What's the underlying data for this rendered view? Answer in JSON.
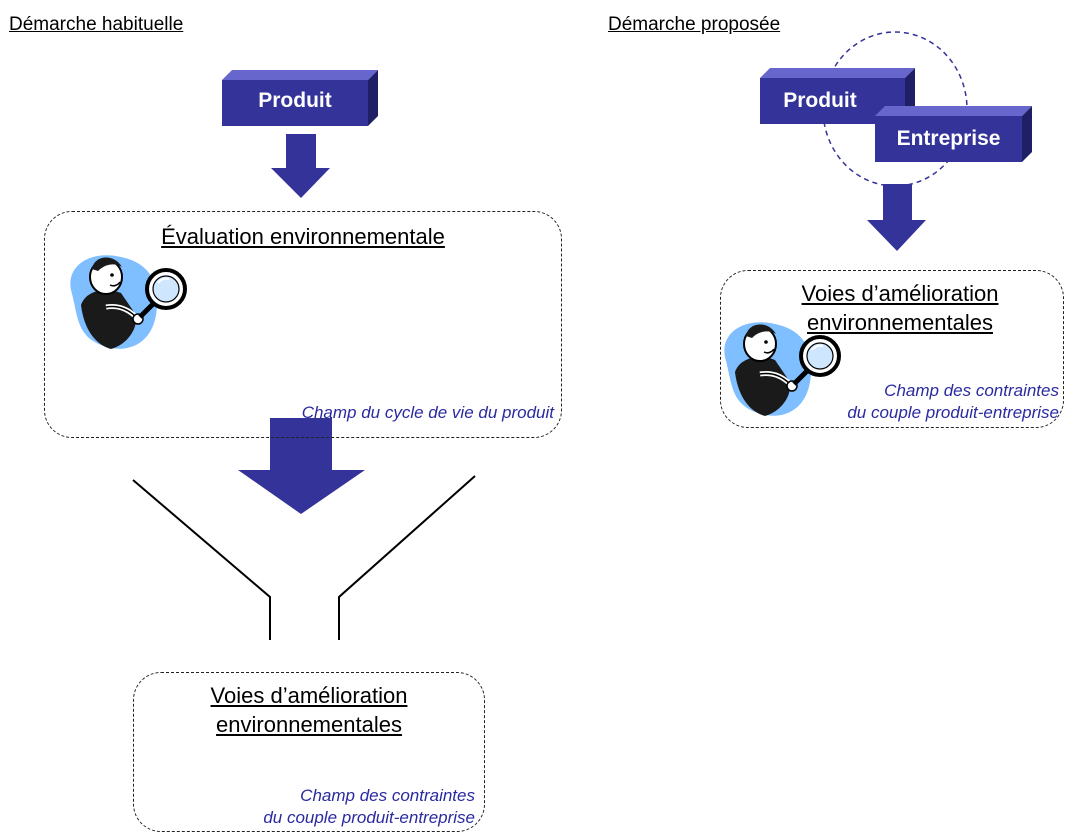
{
  "colors": {
    "block_front": "#333399",
    "block_top": "#6666cc",
    "block_side": "#1f1f66",
    "arrow": "#333399",
    "scope_text": "#2a2aa0",
    "figure_blob": "#7fbfff"
  },
  "left": {
    "heading": "Démarche habituelle",
    "product_block": "Produit",
    "evaluation": {
      "title": "Évaluation environnementale",
      "scope": "Champ du cycle de vie du produit",
      "icon": "detective-magnifier-icon"
    },
    "improvement": {
      "title_line1": "Voies d’amélioration",
      "title_line2": "environnementales",
      "scope_line1": "Champ des contraintes",
      "scope_line2": "du couple produit-entreprise"
    }
  },
  "right": {
    "heading": "Démarche proposée",
    "product_block": "Produit",
    "company_block": "Entreprise",
    "improvement": {
      "title_line1": "Voies d’amélioration",
      "title_line2": "environnementales",
      "scope_line1": "Champ des contraintes",
      "scope_line2": "du couple produit-entreprise",
      "icon": "detective-magnifier-icon"
    }
  }
}
